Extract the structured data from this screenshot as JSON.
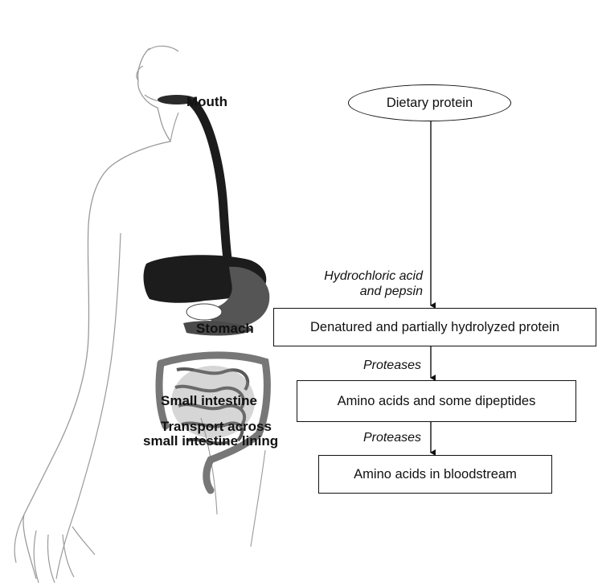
{
  "organs": {
    "mouth": "Mouth",
    "stomach": "Stomach",
    "small_intestine": "Small intestine",
    "transport_line1": "Transport across",
    "transport_line2": "small intestine lining"
  },
  "flow": {
    "start": "Dietary protein",
    "enzyme1_line1": "Hydrochloric acid",
    "enzyme1_line2": "and pepsin",
    "step1": "Denatured and partially hydrolyzed protein",
    "enzyme2": "Proteases",
    "step2": "Amino acids and some dipeptides",
    "enzyme3": "Proteases",
    "step3": "Amino acids in bloodstream"
  },
  "colors": {
    "ink": "#111111",
    "organ_dark": "#1c1c1c",
    "organ_mid": "#6b6b6b",
    "body_outline": "#9a9a9a"
  }
}
